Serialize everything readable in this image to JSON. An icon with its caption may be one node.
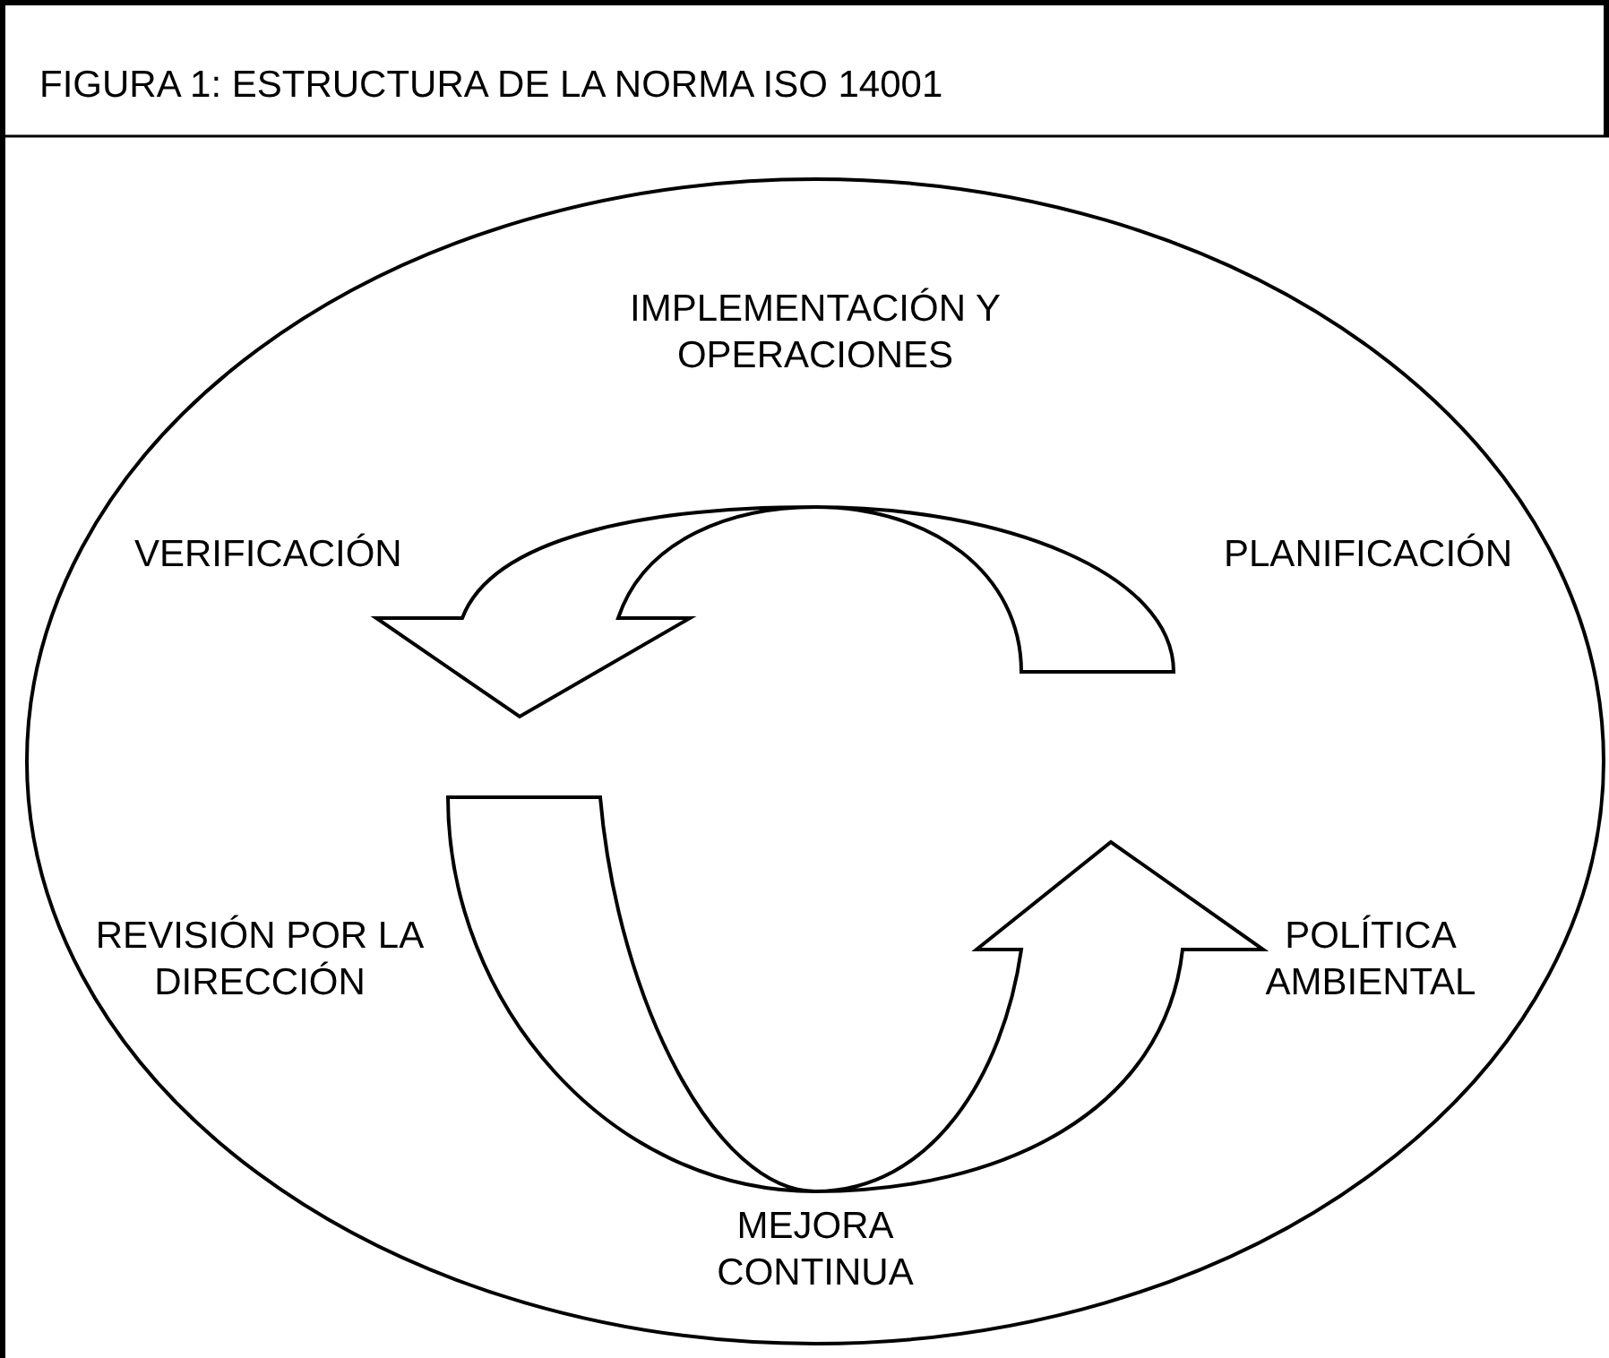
{
  "diagram": {
    "title": "FIGURA 1: ESTRUCTURA DE LA NORMA ISO 14001",
    "labels": [
      "IMPLEMENTACIÓN Y OPERACIONES",
      "VERIFICACIÓN",
      "PLANIFICACIÓN",
      "REVISIÓN POR LA DIRECCIÓN",
      "POLÍTICA AMBIENTAL",
      "MEJORA CONTINUA"
    ]
  }
}
